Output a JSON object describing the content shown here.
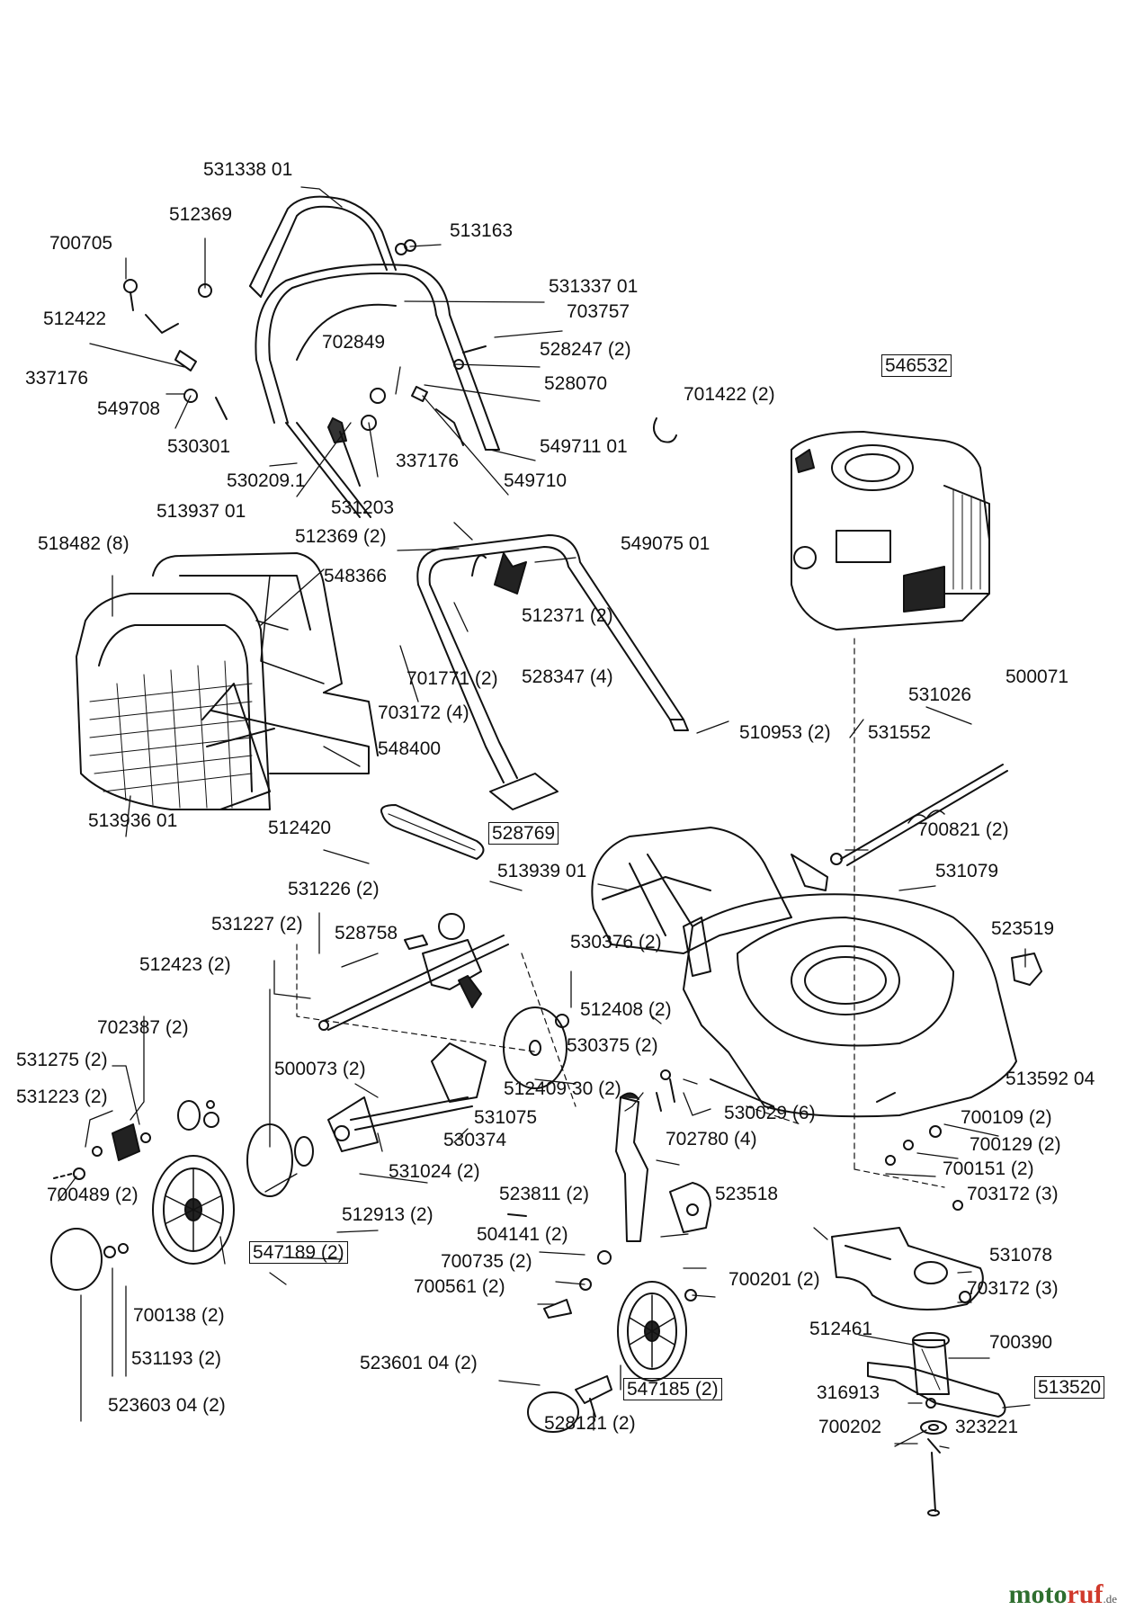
{
  "colors": {
    "line": "#111111",
    "watermark_green": "#2f6f2f",
    "watermark_red": "#d0392b"
  },
  "watermark": {
    "moto": "moto",
    "ruf": "ruf",
    "tld": ".de"
  },
  "labels": [
    {
      "id": "p531338",
      "text": "531338 01",
      "boxed": false
    },
    {
      "id": "p512369a",
      "text": "512369",
      "boxed": false
    },
    {
      "id": "p513163",
      "text": "513163",
      "boxed": false
    },
    {
      "id": "p700705",
      "text": "700705",
      "boxed": false
    },
    {
      "id": "p531337",
      "text": "531337 01",
      "boxed": false
    },
    {
      "id": "p703757",
      "text": "703757",
      "boxed": false
    },
    {
      "id": "p512422",
      "text": "512422",
      "boxed": false
    },
    {
      "id": "p702849",
      "text": "702849",
      "boxed": false
    },
    {
      "id": "p528247",
      "text": "528247 (2)",
      "boxed": false
    },
    {
      "id": "p546532",
      "text": "546532",
      "boxed": true
    },
    {
      "id": "p337176a",
      "text": "337176",
      "boxed": false
    },
    {
      "id": "p528070",
      "text": "528070",
      "boxed": false
    },
    {
      "id": "p701422",
      "text": "701422 (2)",
      "boxed": false
    },
    {
      "id": "p549708",
      "text": "549708",
      "boxed": false
    },
    {
      "id": "p530301",
      "text": "530301",
      "boxed": false
    },
    {
      "id": "p549711",
      "text": "549711 01",
      "boxed": false
    },
    {
      "id": "p337176b",
      "text": "337176",
      "boxed": false
    },
    {
      "id": "p530209",
      "text": "530209.1",
      "boxed": false
    },
    {
      "id": "p549710",
      "text": "549710",
      "boxed": false
    },
    {
      "id": "p531203",
      "text": "531203",
      "boxed": false
    },
    {
      "id": "p513937",
      "text": "513937 01",
      "boxed": false
    },
    {
      "id": "p512369b",
      "text": "512369 (2)",
      "boxed": false
    },
    {
      "id": "p518482",
      "text": "518482 (8)",
      "boxed": false
    },
    {
      "id": "p549075",
      "text": "549075 01",
      "boxed": false
    },
    {
      "id": "p548366",
      "text": "548366",
      "boxed": false
    },
    {
      "id": "p512371",
      "text": "512371 (2)",
      "boxed": false
    },
    {
      "id": "p500071",
      "text": "500071",
      "boxed": false
    },
    {
      "id": "p701771",
      "text": "701771 (2)",
      "boxed": false
    },
    {
      "id": "p528347",
      "text": "528347 (4)",
      "boxed": false
    },
    {
      "id": "p531026",
      "text": "531026",
      "boxed": false
    },
    {
      "id": "p703172a",
      "text": "703172 (4)",
      "boxed": false
    },
    {
      "id": "p510953",
      "text": "510953 (2)",
      "boxed": false
    },
    {
      "id": "p531552",
      "text": "531552",
      "boxed": false
    },
    {
      "id": "p548400",
      "text": "548400",
      "boxed": false
    },
    {
      "id": "p513936",
      "text": "513936 01",
      "boxed": false
    },
    {
      "id": "p512420",
      "text": "512420",
      "boxed": false
    },
    {
      "id": "p528769",
      "text": "528769",
      "boxed": true
    },
    {
      "id": "p700821",
      "text": "700821 (2)",
      "boxed": false
    },
    {
      "id": "p513939",
      "text": "513939 01",
      "boxed": false
    },
    {
      "id": "p531079",
      "text": "531079",
      "boxed": false
    },
    {
      "id": "p531226",
      "text": "531226 (2)",
      "boxed": false
    },
    {
      "id": "p531227",
      "text": "531227 (2)",
      "boxed": false
    },
    {
      "id": "p528758",
      "text": "528758",
      "boxed": false
    },
    {
      "id": "p523519",
      "text": "523519",
      "boxed": false
    },
    {
      "id": "p530376",
      "text": "530376 (2)",
      "boxed": false
    },
    {
      "id": "p512423",
      "text": "512423 (2)",
      "boxed": false
    },
    {
      "id": "p702387",
      "text": "702387 (2)",
      "boxed": false
    },
    {
      "id": "p512408",
      "text": "512408 (2)",
      "boxed": false
    },
    {
      "id": "p531275",
      "text": "531275 (2)",
      "boxed": false
    },
    {
      "id": "p530375",
      "text": "530375 (2)",
      "boxed": false
    },
    {
      "id": "p500073",
      "text": "500073 (2)",
      "boxed": false
    },
    {
      "id": "p512409",
      "text": "512409 30 (2)",
      "boxed": false
    },
    {
      "id": "p513592",
      "text": "513592 04",
      "boxed": false
    },
    {
      "id": "p531223",
      "text": "531223 (2)",
      "boxed": false
    },
    {
      "id": "p530029",
      "text": "530029 (6)",
      "boxed": false
    },
    {
      "id": "p531075",
      "text": "531075",
      "boxed": false
    },
    {
      "id": "p700109",
      "text": "700109 (2)",
      "boxed": false
    },
    {
      "id": "p530374",
      "text": "530374",
      "boxed": false
    },
    {
      "id": "p702780",
      "text": "702780 (4)",
      "boxed": false
    },
    {
      "id": "p700129",
      "text": "700129 (2)",
      "boxed": false
    },
    {
      "id": "p531024",
      "text": "531024 (2)",
      "boxed": false
    },
    {
      "id": "p700151",
      "text": "700151 (2)",
      "boxed": false
    },
    {
      "id": "p700489",
      "text": "700489 (2)",
      "boxed": false
    },
    {
      "id": "p523811",
      "text": "523811 (2)",
      "boxed": false
    },
    {
      "id": "p523518",
      "text": "523518",
      "boxed": false
    },
    {
      "id": "p703172b",
      "text": "703172 (3)",
      "boxed": false
    },
    {
      "id": "p512913",
      "text": "512913 (2)",
      "boxed": false
    },
    {
      "id": "p504141",
      "text": "504141 (2)",
      "boxed": false
    },
    {
      "id": "p531078",
      "text": "531078",
      "boxed": false
    },
    {
      "id": "p547189",
      "text": "547189 (2)",
      "boxed": true
    },
    {
      "id": "p700735",
      "text": "700735 (2)",
      "boxed": false
    },
    {
      "id": "p700201",
      "text": "700201 (2)",
      "boxed": false
    },
    {
      "id": "p700561",
      "text": "700561 (2)",
      "boxed": false
    },
    {
      "id": "p703172c",
      "text": "703172 (3)",
      "boxed": false
    },
    {
      "id": "p700138",
      "text": "700138 (2)",
      "boxed": false
    },
    {
      "id": "p512461",
      "text": "512461",
      "boxed": false
    },
    {
      "id": "p700390",
      "text": "700390",
      "boxed": false
    },
    {
      "id": "p531193",
      "text": "531193 (2)",
      "boxed": false
    },
    {
      "id": "p523601",
      "text": "523601 04 (2)",
      "boxed": false
    },
    {
      "id": "p316913",
      "text": "316913",
      "boxed": false
    },
    {
      "id": "p513520",
      "text": "513520",
      "boxed": true
    },
    {
      "id": "p547185",
      "text": "547185 (2)",
      "boxed": true
    },
    {
      "id": "p523603",
      "text": "523603 04 (2)",
      "boxed": false
    },
    {
      "id": "p528121",
      "text": "528121 (2)",
      "boxed": false
    },
    {
      "id": "p700202",
      "text": "700202",
      "boxed": false
    },
    {
      "id": "p323221",
      "text": "323221",
      "boxed": false
    }
  ]
}
